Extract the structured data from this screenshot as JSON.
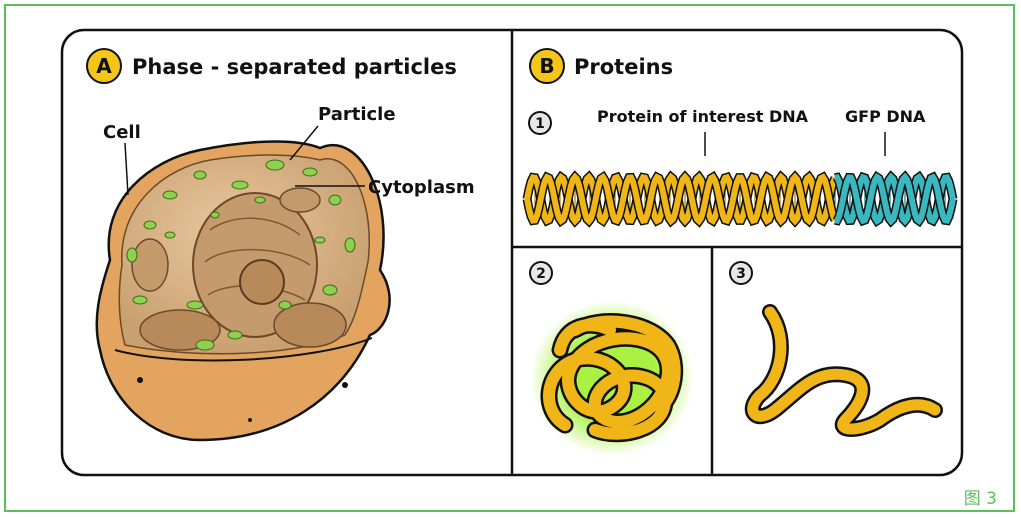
{
  "panel_a": {
    "letter": "A",
    "title": "Phase - separated particles",
    "labels": {
      "cell": "Cell",
      "particle": "Particle",
      "cytoplasm": "Cytoplasm"
    }
  },
  "panel_b": {
    "letter": "B",
    "title": "Proteins",
    "step1": "1",
    "step2": "2",
    "step3": "3",
    "protein_dna_label": "Protein of interest DNA",
    "gfp_dna_label": "GFP DNA"
  },
  "figure_label": "图 3",
  "colors": {
    "frame": "#5cc05a",
    "badge": "#f5c518",
    "cell_orange": "#e3a45f",
    "cell_inner": "#cfa57a",
    "particle_green": "#8fd14f",
    "dna_yellow": "#f0b618",
    "gfp_cyan": "#39b8c0",
    "glow_green": "#a6f03a"
  }
}
